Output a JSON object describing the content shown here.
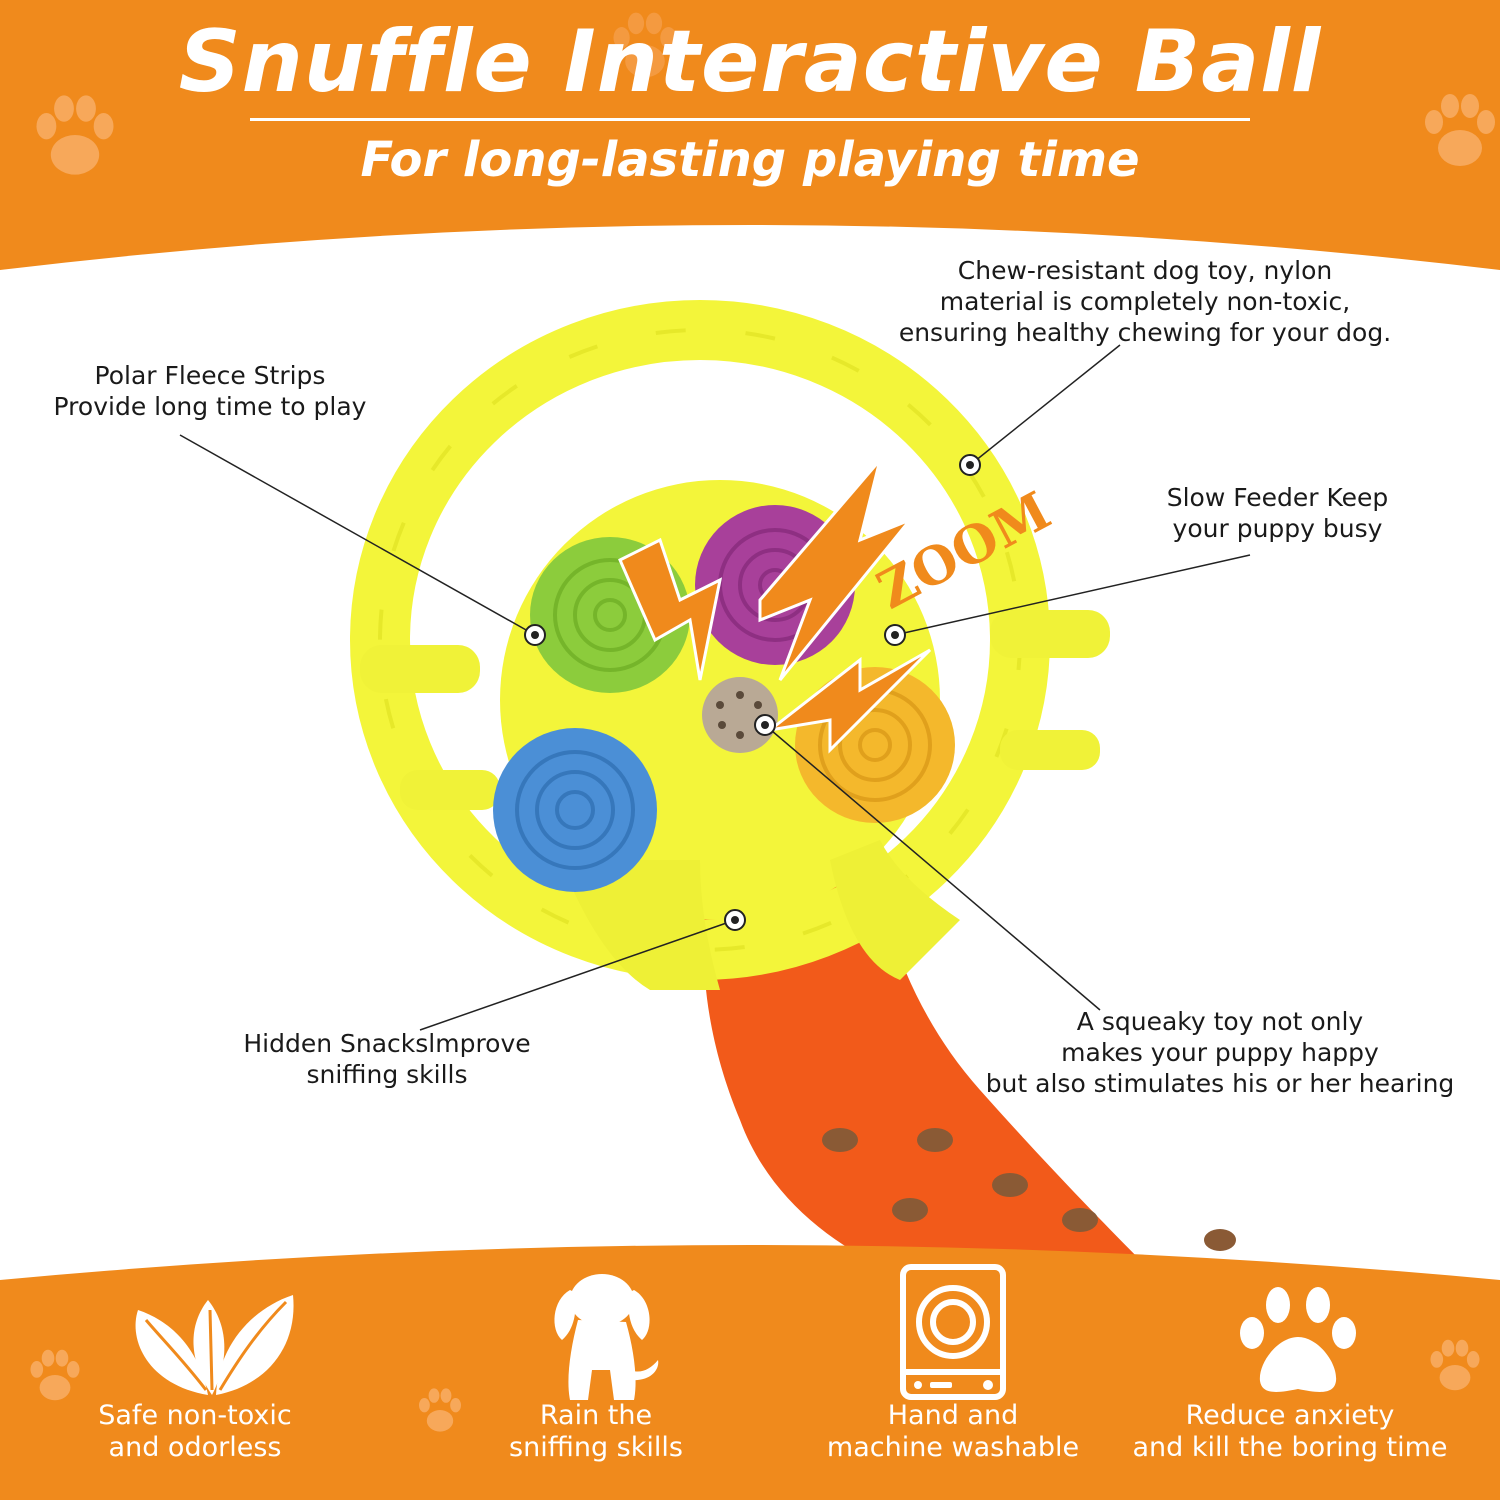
{
  "header": {
    "title": "Snuffle Interactive Ball",
    "subtitle": "For long-lasting playing time"
  },
  "callouts": {
    "chew_resistant": [
      "Chew-resistant dog toy, nylon",
      "material is completely non-toxic,",
      "ensuring healthy chewing for your dog."
    ],
    "polar_fleece": [
      "Polar Fleece Strips",
      "Provide long time to play"
    ],
    "slow_feeder": [
      "Slow Feeder Keep",
      "your puppy busy"
    ],
    "hidden_snacks": [
      "Hidden Snackslmprove",
      "sniffing skills"
    ],
    "squeaky": [
      "A squeaky toy not only",
      "makes your puppy happy",
      "but also stimulates his or her hearing"
    ]
  },
  "product": {
    "zoom_text": "ZOOM"
  },
  "features": [
    {
      "icon": "leaf-icon",
      "lines": [
        "Safe non-toxic",
        "and odorless"
      ]
    },
    {
      "icon": "puppy-icon",
      "lines": [
        "Rain the",
        "sniffing skills"
      ]
    },
    {
      "icon": "washing-machine-icon",
      "lines": [
        "Hand and",
        "machine washable"
      ]
    },
    {
      "icon": "paw-icon",
      "lines": [
        "Reduce anxiety",
        "and kill the boring time"
      ]
    }
  ],
  "colors": {
    "accent_orange": "#f08a1c",
    "toy_yellow": "#f3f53a",
    "fleece_green": "#8ccc3c",
    "fleece_purple": "#a8409a",
    "fleece_blue": "#4b8fd6",
    "fleece_yellow": "#f4b82c",
    "fleece_orange": "#f25a1a"
  }
}
